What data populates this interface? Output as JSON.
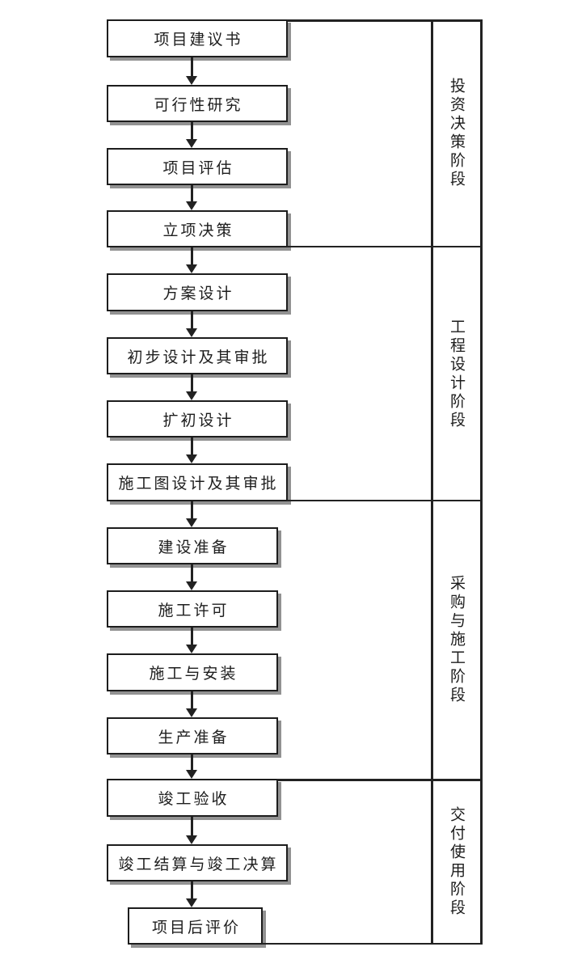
{
  "flowchart": {
    "boxes": [
      {
        "label": "项目建议书"
      },
      {
        "label": "可行性研究"
      },
      {
        "label": "项目评估"
      },
      {
        "label": "立项决策"
      },
      {
        "label": "方案设计"
      },
      {
        "label": "初步设计及其审批"
      },
      {
        "label": "扩初设计"
      },
      {
        "label": "施工图设计及其审批"
      },
      {
        "label": "建设准备"
      },
      {
        "label": "施工许可"
      },
      {
        "label": "施工与安装"
      },
      {
        "label": "生产准备"
      },
      {
        "label": "竣工验收"
      },
      {
        "label": "竣工结算与竣工决算"
      },
      {
        "label": "项目后评价"
      }
    ],
    "phases": [
      {
        "label": "投资决策阶段"
      },
      {
        "label": "工程设计阶段"
      },
      {
        "label": "采购与施工阶段"
      },
      {
        "label": "交付使用阶段"
      }
    ]
  },
  "colors": {
    "line": "#222222",
    "box_border": "#1d1d1d",
    "box_shadow": "#929292",
    "text": "#1d1d1d",
    "background": "#ffffff"
  }
}
